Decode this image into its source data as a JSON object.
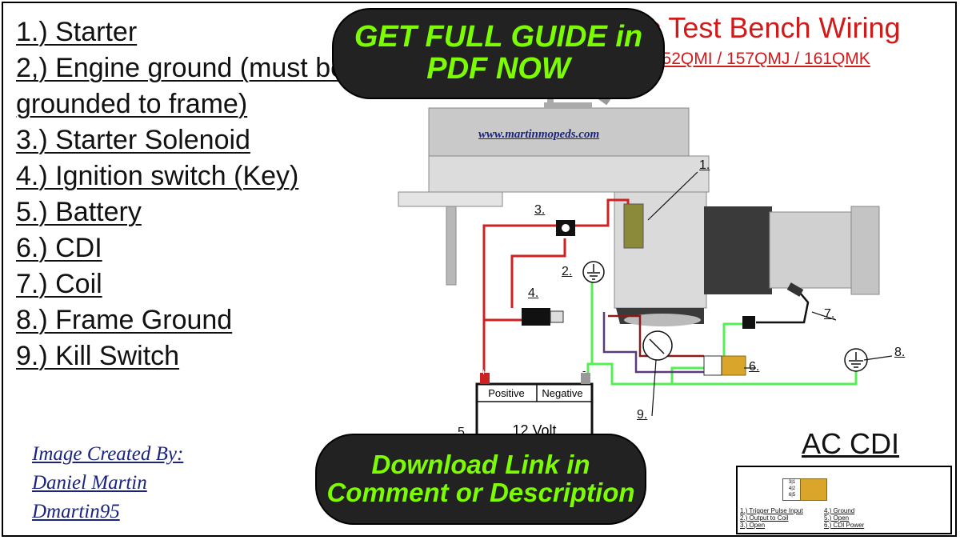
{
  "legend": [
    "1.) Starter",
    "2,)  Engine ground (must be",
    "grounded to frame)",
    "3.) Starter Solenoid",
    "4.) Ignition switch (Key)",
    "5.) Battery",
    "6.) CDI",
    "7.) Coil",
    "8.) Frame Ground",
    "9.) Kill Switch"
  ],
  "title": "Basic Test Bench Wiring",
  "subtitle": "GY6  152QMI / 157QMJ / 161QMK",
  "website": "www.martinmopeds.com",
  "credits": [
    "Image Created By:",
    "Daniel Martin",
    "Dmartin95"
  ],
  "banner_top": [
    "GET FULL GUIDE in",
    "PDF NOW"
  ],
  "banner_bottom": [
    "Download Link in",
    "Comment or Description"
  ],
  "battery": {
    "positive": "Positive",
    "negative": "Negative",
    "voltage": "12 Volt",
    "plus": "+",
    "minus": "-"
  },
  "component_numbers": [
    "1.",
    "2.",
    "3.",
    "4.",
    "5.",
    "6.",
    "7.",
    "8.",
    "9."
  ],
  "ac_cdi": {
    "title": "AC CDI",
    "pins": [
      "3|1",
      "4|2",
      "6|5"
    ],
    "legend_left": [
      "1.) Trigger Pulse Input",
      "2.) Output to Coil",
      "3.) Open"
    ],
    "legend_right": [
      "4.) Ground",
      "5.) Open",
      "6.) CDI Power"
    ]
  },
  "colors": {
    "title_red": "#d11a1a",
    "banner_green": "#7CFC00",
    "wire_red": "#cc2222",
    "wire_green": "#55ee55",
    "credit_blue": "#1a237e"
  }
}
